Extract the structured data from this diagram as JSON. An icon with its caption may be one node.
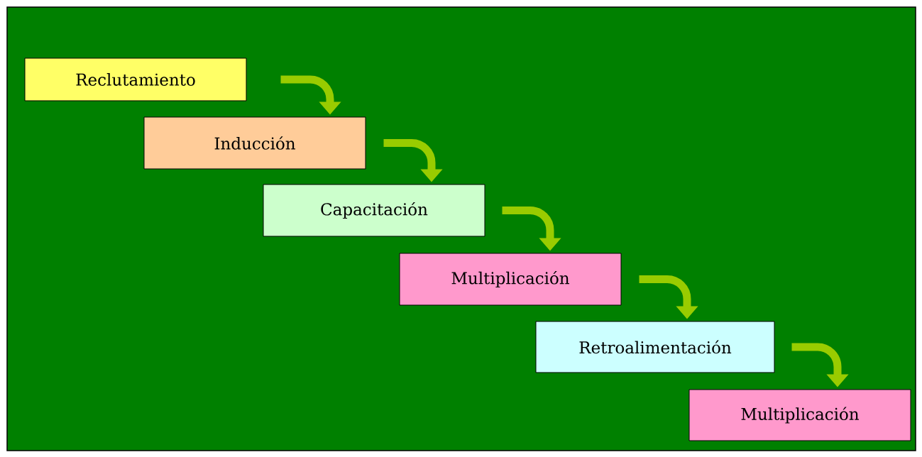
{
  "diagram": {
    "nodes": [
      {
        "text": [
          "Reclutamiento"
        ]
      },
      {
        "text": [
          "Inducción"
        ]
      },
      {
        "text": [
          "Capacitación"
        ]
      },
      {
        "text": [
          "Multiplicación"
        ]
      },
      {
        "text": [
          "Retroalimentación"
        ]
      },
      {
        "text": [
          "Multiplicación"
        ]
      }
    ],
    "edges": [
      {
        "from": 0,
        "to": 1,
        "arrow": "to"
      },
      {
        "from": 1,
        "to": 2,
        "arrow": "to"
      },
      {
        "from": 2,
        "to": 3,
        "arrow": "to"
      },
      {
        "from": 3,
        "to": 4,
        "arrow": "to"
      },
      {
        "from": 4,
        "to": 5,
        "arrow": "to"
      }
    ]
  }
}
